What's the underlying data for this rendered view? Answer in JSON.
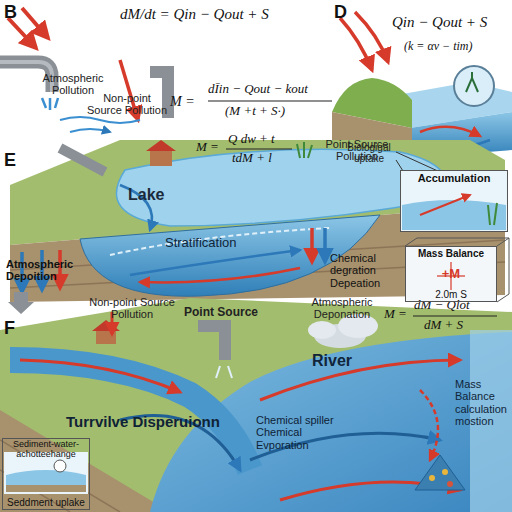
{
  "diagram": {
    "nodes": [
      {
        "text": [
          "Accumulation"
        ]
      },
      {
        "text": [
          "Mass Balance",
          "+M",
          "2.0m S"
        ]
      },
      {
        "text": [
          "Sediment-water-achotteehange",
          "Seddment uplake"
        ]
      }
    ],
    "labels": [
      "B",
      "dM/dt = Qin − Qout + S",
      "Atmospheric Pollution",
      "M =",
      "dĪin − Qout − kout",
      "(M +t + S·)",
      "Non-point Source Pollution",
      "D",
      "Qin − Qout + S",
      "(k = αv − tim)",
      "Biologigal uptake",
      "E",
      "M =",
      "Q dw + t",
      "tdM + l",
      "Lake",
      "Point Source Pollution",
      "Stratification",
      "Atmospheric Depoition",
      "Chemical degration Depeation",
      "F",
      "Non-point Source Pollution",
      "Point Source",
      "Atmospheric Deponation",
      "M =",
      "dM − Qlot",
      "dM + S",
      "River",
      "Mass Balance calculation mostion",
      "Turrvilve Disperuionn",
      "Chemical spiller Chemical Evporation"
    ]
  }
}
